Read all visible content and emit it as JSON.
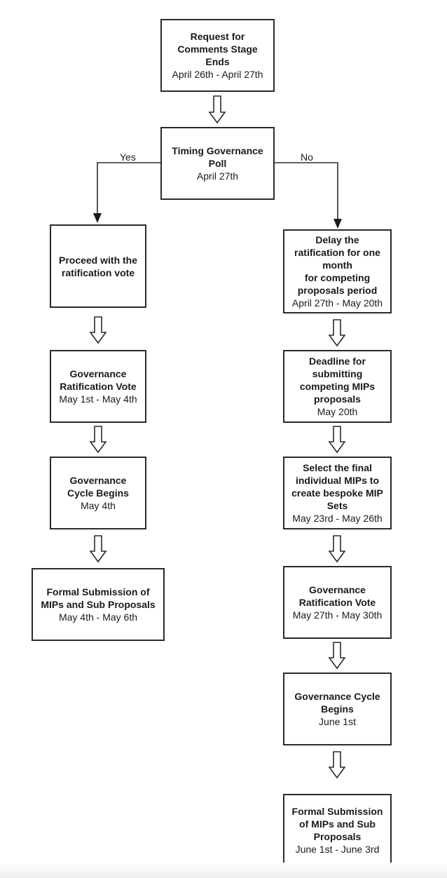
{
  "nodes": {
    "rfc_end": {
      "title": "Request for\nComments Stage\nEnds",
      "date": "April 26th - April 27th"
    },
    "timing_poll": {
      "title": "Timing Governance\nPoll",
      "date": "April 27th"
    },
    "proceed": {
      "title": "Proceed with the\nratification vote",
      "date": ""
    },
    "delay": {
      "title": "Delay the\nratification for one\nmonth\nfor competing\nproposals period",
      "date": "April 27th - May 20th"
    },
    "left_vote": {
      "title": "Governance\nRatification Vote",
      "date": "May 1st - May 4th"
    },
    "left_cycle": {
      "title": "Governance\nCycle Begins",
      "date": "May 4th"
    },
    "left_submission": {
      "title": "Formal Submission of\nMIPs and Sub Proposals",
      "date": "May 4th - May 6th"
    },
    "deadline": {
      "title": "Deadline for\nsubmitting\ncompeting MIPs\nproposals",
      "date": "May 20th"
    },
    "select_final": {
      "title": "Select the final\nindividual MIPs to\ncreate bespoke MIP\nSets",
      "date": "May 23rd - May 26th"
    },
    "right_vote": {
      "title": "Governance\nRatification Vote",
      "date": "May 27th - May 30th"
    },
    "right_cycle": {
      "title": "Governance Cycle\nBegins",
      "date": "June 1st"
    },
    "right_submission": {
      "title": "Formal Submission\nof MIPs and Sub\nProposals",
      "date": "June 1st - June 3rd"
    }
  },
  "labels": {
    "yes": "Yes",
    "no": "No"
  }
}
